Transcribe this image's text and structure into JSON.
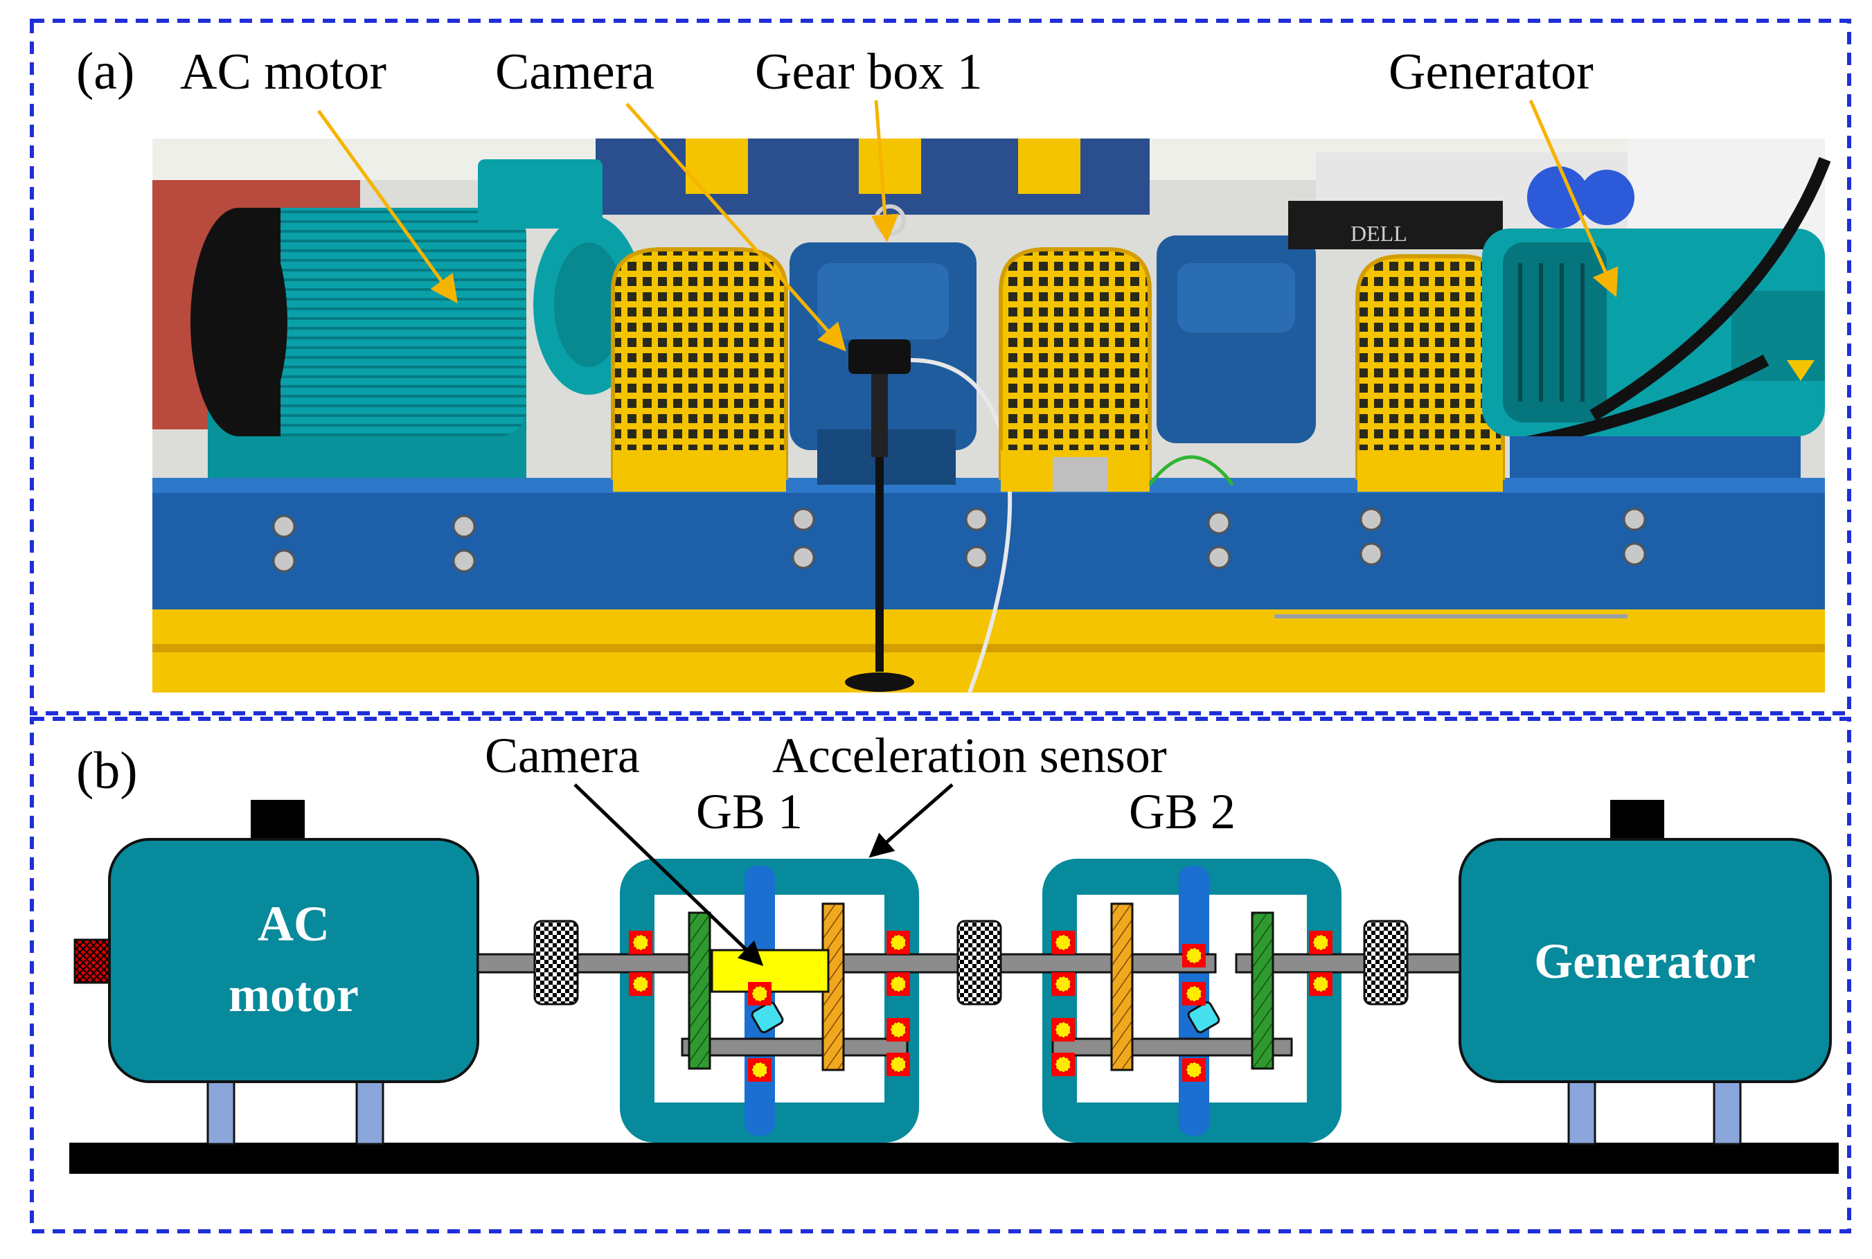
{
  "panel_a": {
    "label": "(a)",
    "callouts": {
      "ac_motor": "AC motor",
      "camera": "Camera",
      "gear_box": "Gear box 1",
      "generator": "Generator"
    },
    "monitor_brand": "DELL"
  },
  "panel_b": {
    "label": "(b)",
    "camera_callout": "Camera",
    "sensor_callout": "Acceleration sensor",
    "gb1": "GB 1",
    "gb2": "GB 2",
    "motor_line1": "AC",
    "motor_line2": "motor",
    "generator": "Generator"
  },
  "colors": {
    "frame": "#1f2fd8",
    "teal": "#078a9c",
    "box_border": "#111111",
    "shaft": "#8c8c8c",
    "blue_bar": "#1a6fd0",
    "gear_green": "#2f9a2f",
    "gear_orange": "#f0a81f",
    "camera_yellow": "#ffff00",
    "bearing_red": "#ff0000",
    "bearing_yellow": "#ffea00",
    "sensor": "#45e0f0",
    "leg": "#8aa6db",
    "base": "#000000",
    "machine_yellow": "#f5c400",
    "machine_blue": "#1d5fa8",
    "photo_motor": "#0aa0a8"
  }
}
